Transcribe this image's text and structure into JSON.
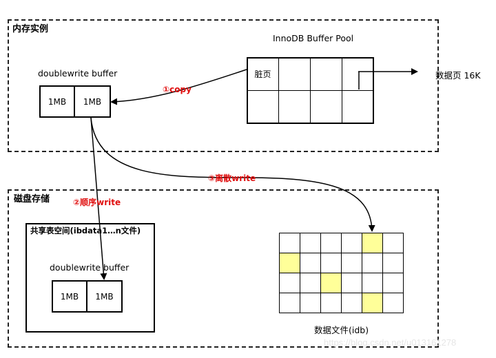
{
  "memory": {
    "title": "内存实例",
    "buffer_pool_label": "InnoDB Buffer Pool",
    "dirty_page_label": "脏页",
    "data_page_label": "数据页 16K",
    "doublewrite_label": "doublewrite buffer",
    "doublewrite_cells": [
      "1MB",
      "1MB"
    ]
  },
  "disk": {
    "title": "磁盘存储",
    "shared_tablespace_label": "共享表空间(ibdata1…n文件)",
    "doublewrite_label": "doublewrite buffer",
    "doublewrite_cells": [
      "1MB",
      "1MB"
    ],
    "data_file_label": "数据文件(idb)"
  },
  "arrows": {
    "copy": "①copy",
    "sequential_write": "②顺序write",
    "discrete_write": "③离散write"
  },
  "colors": {
    "highlight": "#ffff99",
    "arrow_label": "#e01010"
  },
  "watermark": "https://blog.csdn.net/u013161278"
}
